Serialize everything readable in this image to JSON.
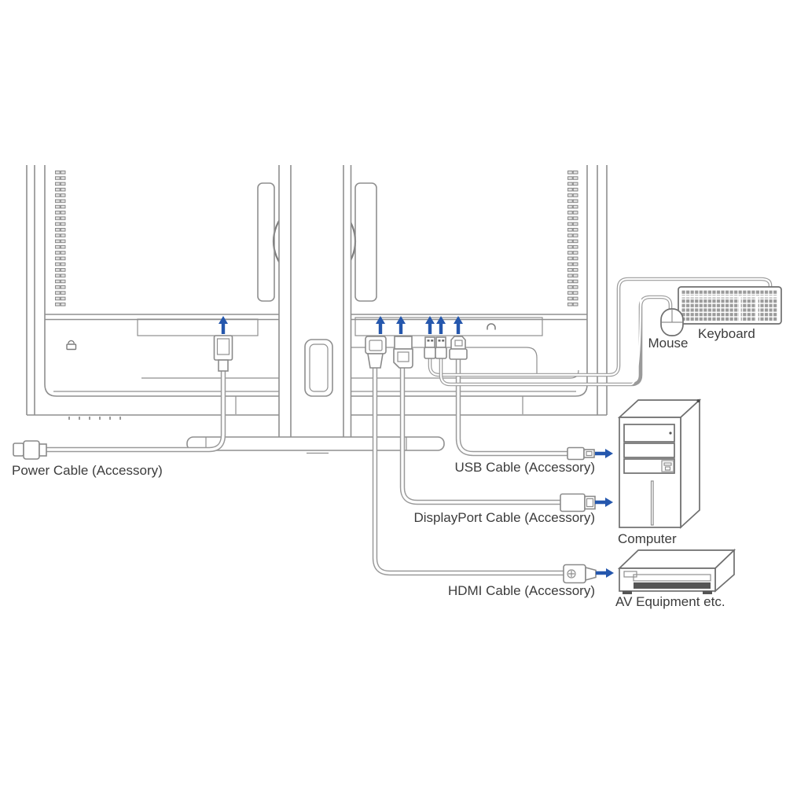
{
  "diagram": {
    "cables": [
      {
        "name": "power",
        "label": "Power Cable (Accessory)"
      },
      {
        "name": "usb",
        "label": "USB Cable (Accessory)"
      },
      {
        "name": "displayport",
        "label": "DisplayPort Cable (Accessory)"
      },
      {
        "name": "hdmi",
        "label": "HDMI Cable (Accessory)"
      }
    ],
    "devices": [
      {
        "name": "mouse",
        "label": "Mouse"
      },
      {
        "name": "keyboard",
        "label": "Keyboard"
      },
      {
        "name": "computer",
        "label": "Computer"
      },
      {
        "name": "av_equipment",
        "label": "AV Equipment etc."
      }
    ],
    "icons": {
      "up_arrow_count": 6,
      "right_arrow_count": 3,
      "other": [
        "security-lock-icon",
        "headphone-jack-icon"
      ]
    },
    "colors": {
      "line": "#8f8f8f",
      "device_line": "#6f6f6f",
      "arrow": "#2557ad",
      "text": "#3c3c3c",
      "slot_dark": "#555555",
      "background": "#ffffff"
    }
  }
}
